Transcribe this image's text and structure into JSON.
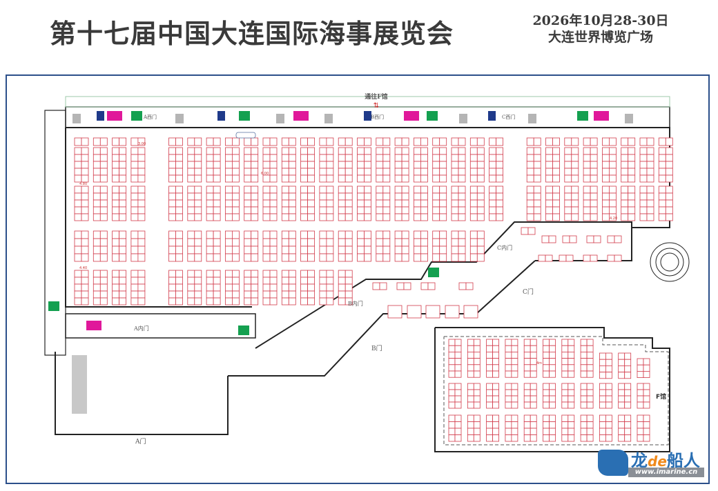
{
  "header": {
    "title": "第十七届中国大连国际海事展览会",
    "date": "2026年10月28-30日",
    "venue": "大连世界博览广场"
  },
  "map": {
    "to_f_hall": "通往F馆",
    "gates": {
      "a_gate": "A门",
      "a_inner_gate": "A内门",
      "b_gate": "B门",
      "b_inner_gate": "B内门",
      "c_gate": "C门",
      "c_inner_gate": "C内门",
      "a_west_gate": "A西门",
      "b_west_gate": "B西门",
      "c_west_gate": "C西门"
    },
    "f_hall": "F馆",
    "aisle_widths": [
      "3.00",
      "6.00",
      "4.80",
      "4.20",
      "4.40",
      "4m"
    ],
    "colors": {
      "booth": "#d23a4a",
      "wall": "#222222",
      "restroom_women": "#e0189a",
      "restroom_men": "#14a050",
      "accessible": "#1f3a8a",
      "frame": "#2b4f8a"
    }
  },
  "watermark": {
    "brand_prefix": "龙",
    "brand_mid": "de",
    "brand_suffix": "船人",
    "url": "www.imarine.cn"
  }
}
